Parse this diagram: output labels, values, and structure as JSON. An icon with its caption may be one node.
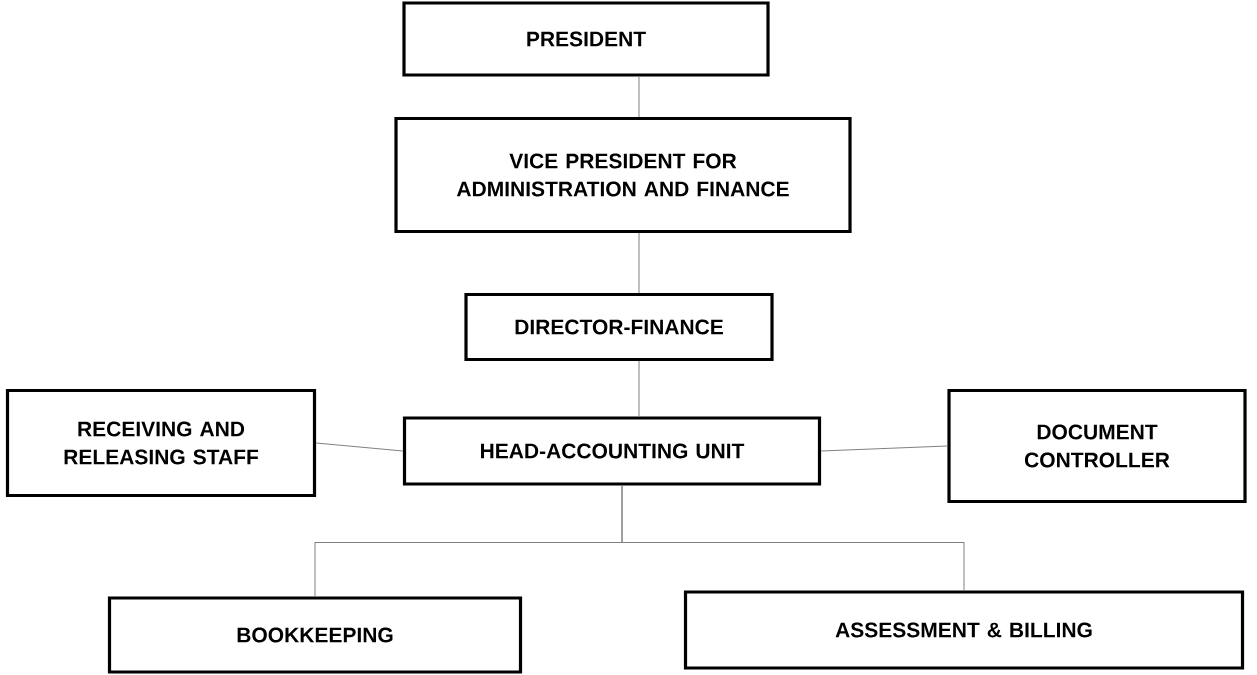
{
  "diagram": {
    "nodes": [
      {
        "text": [
          "PRESIDENT"
        ]
      },
      {
        "text": [
          "VICE PRESIDENT FOR ADMINISTRATION AND FINANCE"
        ]
      },
      {
        "text": [
          "DIRECTOR-FINANCE"
        ]
      },
      {
        "text": [
          "HEAD-ACCOUNTING UNIT"
        ]
      },
      {
        "text": [
          "RECEIVING AND RELEASING STAFF"
        ]
      },
      {
        "text": [
          "DOCUMENT CONTROLLER"
        ]
      },
      {
        "text": [
          "BOOKKEEPING"
        ]
      },
      {
        "text": [
          "ASSESSMENT & BILLING"
        ]
      }
    ],
    "edges": [
      {
        "from": 0,
        "to": 1,
        "arrow": "none"
      },
      {
        "from": 1,
        "to": 2,
        "arrow": "none"
      },
      {
        "from": 2,
        "to": 3,
        "arrow": "none"
      },
      {
        "from": 4,
        "to": 3,
        "arrow": "none"
      },
      {
        "from": 3,
        "to": 5,
        "arrow": "none"
      },
      {
        "from": 3,
        "to": 6,
        "arrow": "none"
      },
      {
        "from": 3,
        "to": 7,
        "arrow": "none"
      }
    ]
  }
}
